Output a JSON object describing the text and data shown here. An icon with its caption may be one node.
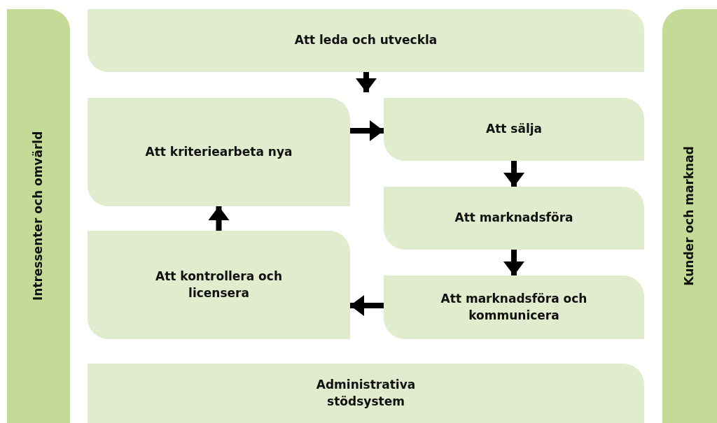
{
  "diagram": {
    "nodes": [
      {
        "text": [
          "Intressenter och omvärld"
        ]
      },
      {
        "text": [
          "Att leda och utveckla"
        ]
      },
      {
        "text": [
          "Att kriteriearbeta nya"
        ]
      },
      {
        "text": [
          "Att sälja"
        ]
      },
      {
        "text": [
          "Att marknadsföra"
        ]
      },
      {
        "text": [
          "Att marknadsföra och kommunicera"
        ]
      },
      {
        "text": [
          "Att kontrollera och licensera"
        ]
      },
      {
        "text": [
          "Administrativa stödsystem"
        ]
      },
      {
        "text": [
          "Kunder och marknad"
        ]
      }
    ],
    "edges": [
      {
        "from": 1,
        "to": 3,
        "arrow": "to"
      },
      {
        "from": 2,
        "to": 3,
        "arrow": "to"
      },
      {
        "from": 3,
        "to": 4,
        "arrow": "to"
      },
      {
        "from": 4,
        "to": 5,
        "arrow": "to"
      },
      {
        "from": 5,
        "to": 6,
        "arrow": "to"
      },
      {
        "from": 6,
        "to": 2,
        "arrow": "to"
      }
    ]
  }
}
